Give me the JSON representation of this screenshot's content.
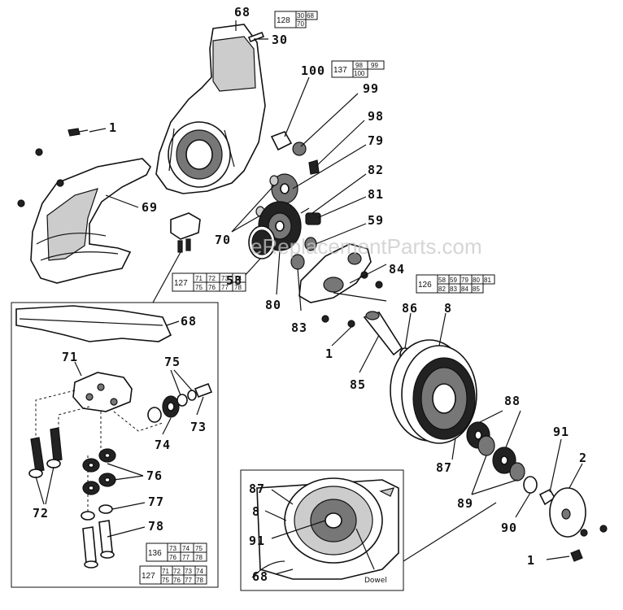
{
  "watermark": "eReplacementParts.com",
  "callouts": {
    "c68_top": "68",
    "c30": "30",
    "c100": "100",
    "c99": "99",
    "c98": "98",
    "c79": "79",
    "c82": "82",
    "c81": "81",
    "c59": "59",
    "c84": "84",
    "c1_a": "1",
    "c69": "69",
    "c70": "70",
    "c58": "58",
    "c80": "80",
    "c83": "83",
    "c86": "86",
    "c8": "8",
    "c1_b": "1",
    "c85": "85",
    "c88": "88",
    "c87": "87",
    "c91": "91",
    "c2": "2",
    "c89": "89",
    "c90": "90",
    "c1_c": "1",
    "inset_68": "68",
    "c71": "71",
    "c75": "75",
    "c73": "73",
    "c74": "74",
    "c76": "76",
    "c72": "72",
    "c77": "77",
    "c78": "78",
    "detail_87": "87",
    "detail_8": "8",
    "detail_91": "91",
    "detail_68": "68",
    "detail_dowel": "Dowel"
  },
  "kits": {
    "k128": {
      "id": "128",
      "parts": [
        "30",
        "68",
        "70"
      ]
    },
    "k137": {
      "id": "137",
      "parts": [
        "98",
        "99",
        "100"
      ]
    },
    "k127_top": {
      "id": "127",
      "parts": [
        "71",
        "72",
        "73",
        "74",
        "75",
        "76",
        "77",
        "78"
      ]
    },
    "k126": {
      "id": "126",
      "parts": [
        "58",
        "59",
        "79",
        "80",
        "81",
        "82",
        "83",
        "84",
        "85"
      ]
    },
    "k136": {
      "id": "136",
      "parts": [
        "73",
        "74",
        "75",
        "76",
        "77",
        "78"
      ]
    },
    "k127_bot": {
      "id": "127",
      "parts": [
        "71",
        "72",
        "73",
        "74",
        "75",
        "76",
        "77",
        "78"
      ]
    }
  }
}
